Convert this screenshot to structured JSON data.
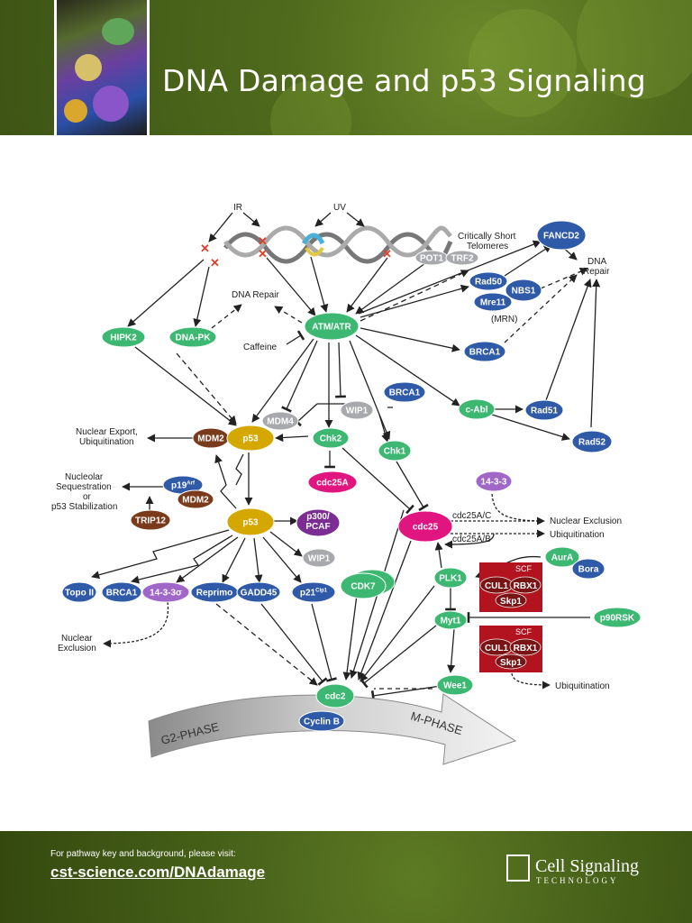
{
  "header": {
    "title": "DNA Damage and p53 Signaling"
  },
  "footer": {
    "note": "For pathway key and background, please visit:",
    "link": "cst-science.com/DNAdamage",
    "brand": "Cell Signaling",
    "brand_sub": "TECHNOLOGY"
  },
  "colors": {
    "green": "#3db872",
    "blue": "#2f5aa8",
    "brown": "#7a3b1c",
    "gold": "#d4a800",
    "purple": "#7b2d93",
    "magenta": "#e0157f",
    "gray": "#a7a9ac",
    "lavender": "#a066c8",
    "red": "#c8102e"
  },
  "diagram": {
    "triggers": {
      "ir": "IR",
      "uv": "UV"
    },
    "labels": {
      "critically_short": "Critically Short",
      "telomeres": "Telomeres",
      "dna_repair_left": "DNA Repair",
      "dna_repair_right_1": "DNA",
      "dna_repair_right_2": "Repair",
      "mrn": "(MRN)",
      "caffeine": "Caffeine",
      "nuclear_export_1": "Nuclear Export,",
      "nuclear_export_2": "Ubiquitination",
      "nucleolar_1": "Nucleolar",
      "nucleolar_2": "Sequestration",
      "nucleolar_3": "or",
      "nucleolar_4": "p53 Stabilization",
      "nuclear_exclusion_left_1": "Nuclear",
      "nuclear_exclusion_left_2": "Exclusion",
      "cdc25ac": "cdc25A/C",
      "cdc25b": "cdc25A/B",
      "nuclear_exclusion_right": "Nuclear Exclusion",
      "ubiquitination_1": "Ubiquitination",
      "ubiquitination_2": "Ubiquitination",
      "g2_phase": "G2-PHASE",
      "m_phase": "M-PHASE",
      "scf_1": "SCF",
      "scf_2": "SCF"
    },
    "nodes": {
      "pot1": "POT1",
      "trf2": "TRF2",
      "fancd2": "FANCD2",
      "rad50": "Rad50",
      "nbs1": "NBS1",
      "mre11": "Mre11",
      "hipk2": "HIPK2",
      "dnapk": "DNA-PK",
      "atm_atr": "ATM/ATR",
      "brca1_top": "BRCA1",
      "brca1_mid": "BRCA1",
      "wip1_mid": "WIP1",
      "mdm4": "MDM4",
      "cabl": "c-Abl",
      "rad51": "Rad51",
      "rad52": "Rad52",
      "mdm2_a": "MDM2",
      "p53_a": "p53",
      "chk2": "Chk2",
      "chk1": "Chk1",
      "cdc25a": "cdc25A",
      "p19arf": "p19",
      "p19_sup": "Arf",
      "mdm2_b": "MDM2",
      "trip12": "TRIP12",
      "p53_b": "p53",
      "p300_1": "p300/",
      "p300_2": "PCAF",
      "wip1_b": "WIP1",
      "fourteen33": "14-3-3",
      "cdc25": "cdc25",
      "aura": "AurA",
      "bora": "Bora",
      "topo2": "Topo II",
      "brca1_low": "BRCA1",
      "fourteen33s": "14-3-3σ",
      "reprimo": "Reprimo",
      "gadd45": "GADD45",
      "p21": "p21",
      "p21_sup": "Cip1",
      "cdk7": "CDK7",
      "plk1": "PLK1",
      "myt1": "Myt1",
      "p90rsk": "p90RSK",
      "wee1": "Wee1",
      "cul1_1": "CUL1",
      "rbx1_1": "RBX1",
      "skp1_1": "Skp1",
      "cul1_2": "CUL1",
      "rbx1_2": "RBX1",
      "skp1_2": "Skp1",
      "cdc2": "cdc2",
      "cyclinb": "Cyclin B"
    }
  }
}
